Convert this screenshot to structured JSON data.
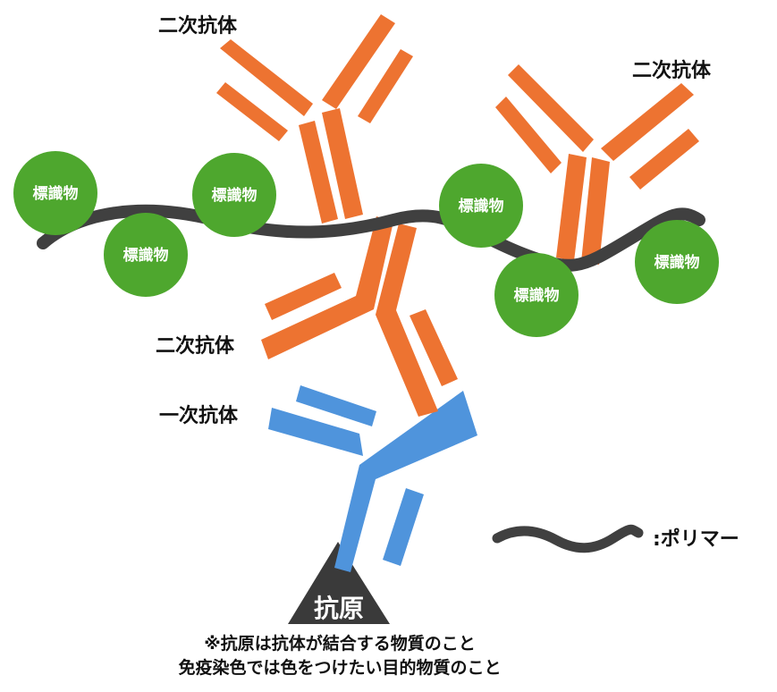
{
  "labels": {
    "secondary_antibody": "二次抗体",
    "primary_antibody": "一次抗体",
    "marker": "標識物",
    "antigen": "抗原",
    "polymer_legend": ":ポリマー"
  },
  "notes": {
    "line1": "※抗原は抗体が結合する物質のこと",
    "line2": "免疫染色では色をつけたい目的物質のこと"
  },
  "colors": {
    "secondary_antibody": "#ED7331",
    "primary_antibody": "#4F94DC",
    "marker": "#4EA72E",
    "polymer": "#404040",
    "antigen": "#3A3A3A"
  }
}
